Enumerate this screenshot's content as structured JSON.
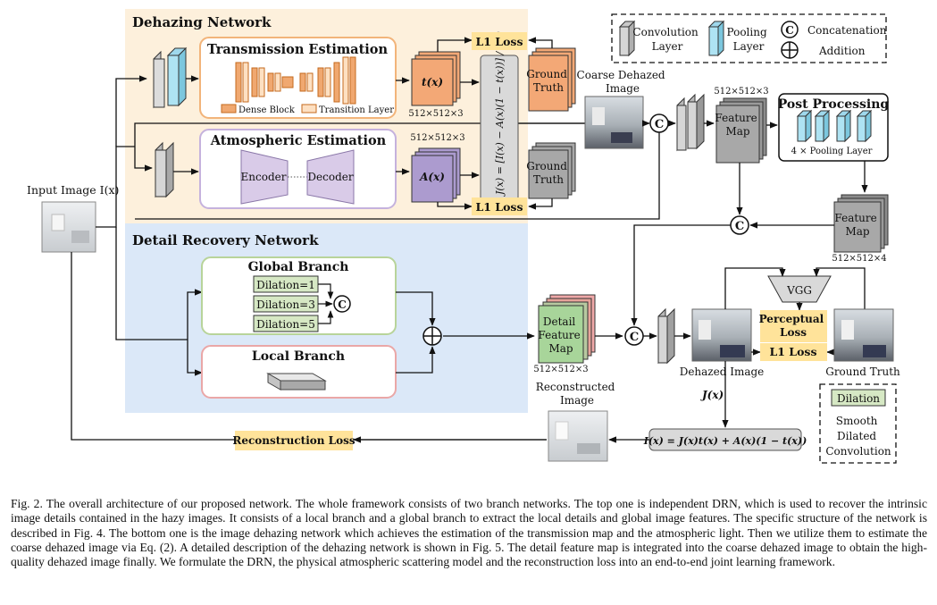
{
  "dehazing_network": {
    "title": "Dehazing Network",
    "transmission_estimation": "Transmission Estimation",
    "dense_block_legend": "Dense Block",
    "transition_layer_legend": "Transition Layer",
    "atmospheric_estimation": "Atmospheric Estimation",
    "encoder": "Encoder",
    "decoder": "Decoder",
    "tx_label": "t(x)",
    "ax_label": "A(x)",
    "size_tx": "512×512×3",
    "size_ax": "512×512×3",
    "formula_j": "J(x) = [I(x) − A(x)(1 − t(x))] / t(x)",
    "l1_loss_top": "L1 Loss",
    "l1_loss_bottom": "L1 Loss",
    "ground_truth_top": "Ground Truth",
    "ground_truth_middle": "Ground Truth"
  },
  "input_image_label": "Input Image I(x)",
  "coarse_dehazed_label": "Coarse Dehazed Image",
  "feature_map_top": "Feature Map",
  "feature_map_top_size": "512×512×3",
  "post_processing": {
    "title": "Post Processing",
    "pooling_label": "4 × Pooling Layer"
  },
  "feature_map_right": "Feature Map",
  "feature_map_right_size": "512×512×4",
  "legend": {
    "convolution": "Convolution Layer",
    "pooling": "Pooling Layer",
    "concatenation": "Concatenation",
    "addition": "Addition",
    "concat_symbol": "C",
    "dilation": "Dilation",
    "smooth_dilated": "Smooth Dilated Convolution"
  },
  "detail_recovery": {
    "title": "Detail Recovery Network",
    "global_branch": "Global Branch",
    "dilation_1": "Dilation=1",
    "dilation_3": "Dilation=3",
    "dilation_5": "Dilation=5",
    "local_branch": "Local Branch"
  },
  "detail_feature_map": "Detail Feature Map",
  "detail_feature_map_size": "512×512×3",
  "reconstructed_image_label": "Reconstructed Image",
  "reconstruction_loss": "Reconstruction Loss",
  "vgg": "VGG",
  "perceptual_loss": "Perceptual Loss",
  "l1_loss_right": "L1 Loss",
  "dehazed_image_label": "Dehazed Image",
  "ground_truth_bottom": "Ground Truth",
  "jx_label": "J(x)",
  "scattering_formula": "I(x) = J(x)t(x) + A(x)(1 − t(x))",
  "caption": "Fig. 2. The overall architecture of our proposed network. The whole framework consists of two branch networks. The top one is independent DRN, which is used to recover the intrinsic image details contained in the hazy images. It consists of a local branch and a global branch to extract the local details and global image features. The specific structure of the network is described in Fig. 4. The bottom one is the image dehazing network which achieves the estimation of the transmission map and the atmospheric light. Then we utilize them to estimate the coarse dehazed image via Eq. (2). A detailed description of the dehazing network is shown in Fig. 5. The detail feature map is integrated into the coarse dehazed image to obtain the high-quality dehazed image finally. We formulate the DRN, the physical atmospheric scattering model and the reconstruction loss into an end-to-end joint learning framework."
}
